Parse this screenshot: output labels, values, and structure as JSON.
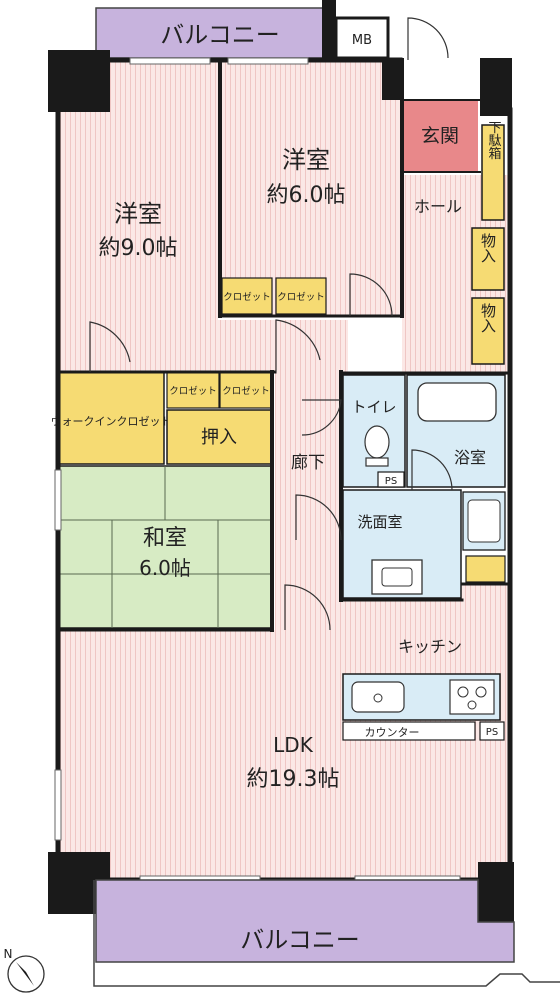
{
  "rooms": {
    "balcony_top": "バルコニー",
    "mb": "MB",
    "western_room_1": {
      "name": "洋室",
      "size": "約9.0帖"
    },
    "western_room_2": {
      "name": "洋室",
      "size": "約6.0帖"
    },
    "entrance": "玄関",
    "shoe_box": "下駄箱",
    "hall": "ホール",
    "storage_1": "物入",
    "storage_2": "物入",
    "closet_1": "クロゼット",
    "closet_2": "クロゼット",
    "closet_3": "クロゼット",
    "closet_4": "クロゼット",
    "walk_in_closet": "ウォークインクロゼット",
    "oshiire": "押入",
    "toilet": "トイレ",
    "bathroom": "浴室",
    "ps_1": "PS",
    "corridor": "廊下",
    "washroom": "洗面室",
    "japanese_room": {
      "name": "和室",
      "size": "6.0帖"
    },
    "kitchen": "キッチン",
    "counter": "カウンター",
    "ps_2": "PS",
    "ldk": {
      "name": "LDK",
      "size": "約19.3帖"
    },
    "balcony_bottom": "バルコニー"
  },
  "compass": "N",
  "colors": {
    "wall": "#1a1a1a",
    "balcony": "#c7b3dd",
    "floor": "#fbe8e6",
    "floor_stripe": "#f0c8c6",
    "entrance": "#e8888a",
    "storage": "#f6db73",
    "tatami": "#d7ebc4",
    "wet": "#d9ecf6"
  }
}
